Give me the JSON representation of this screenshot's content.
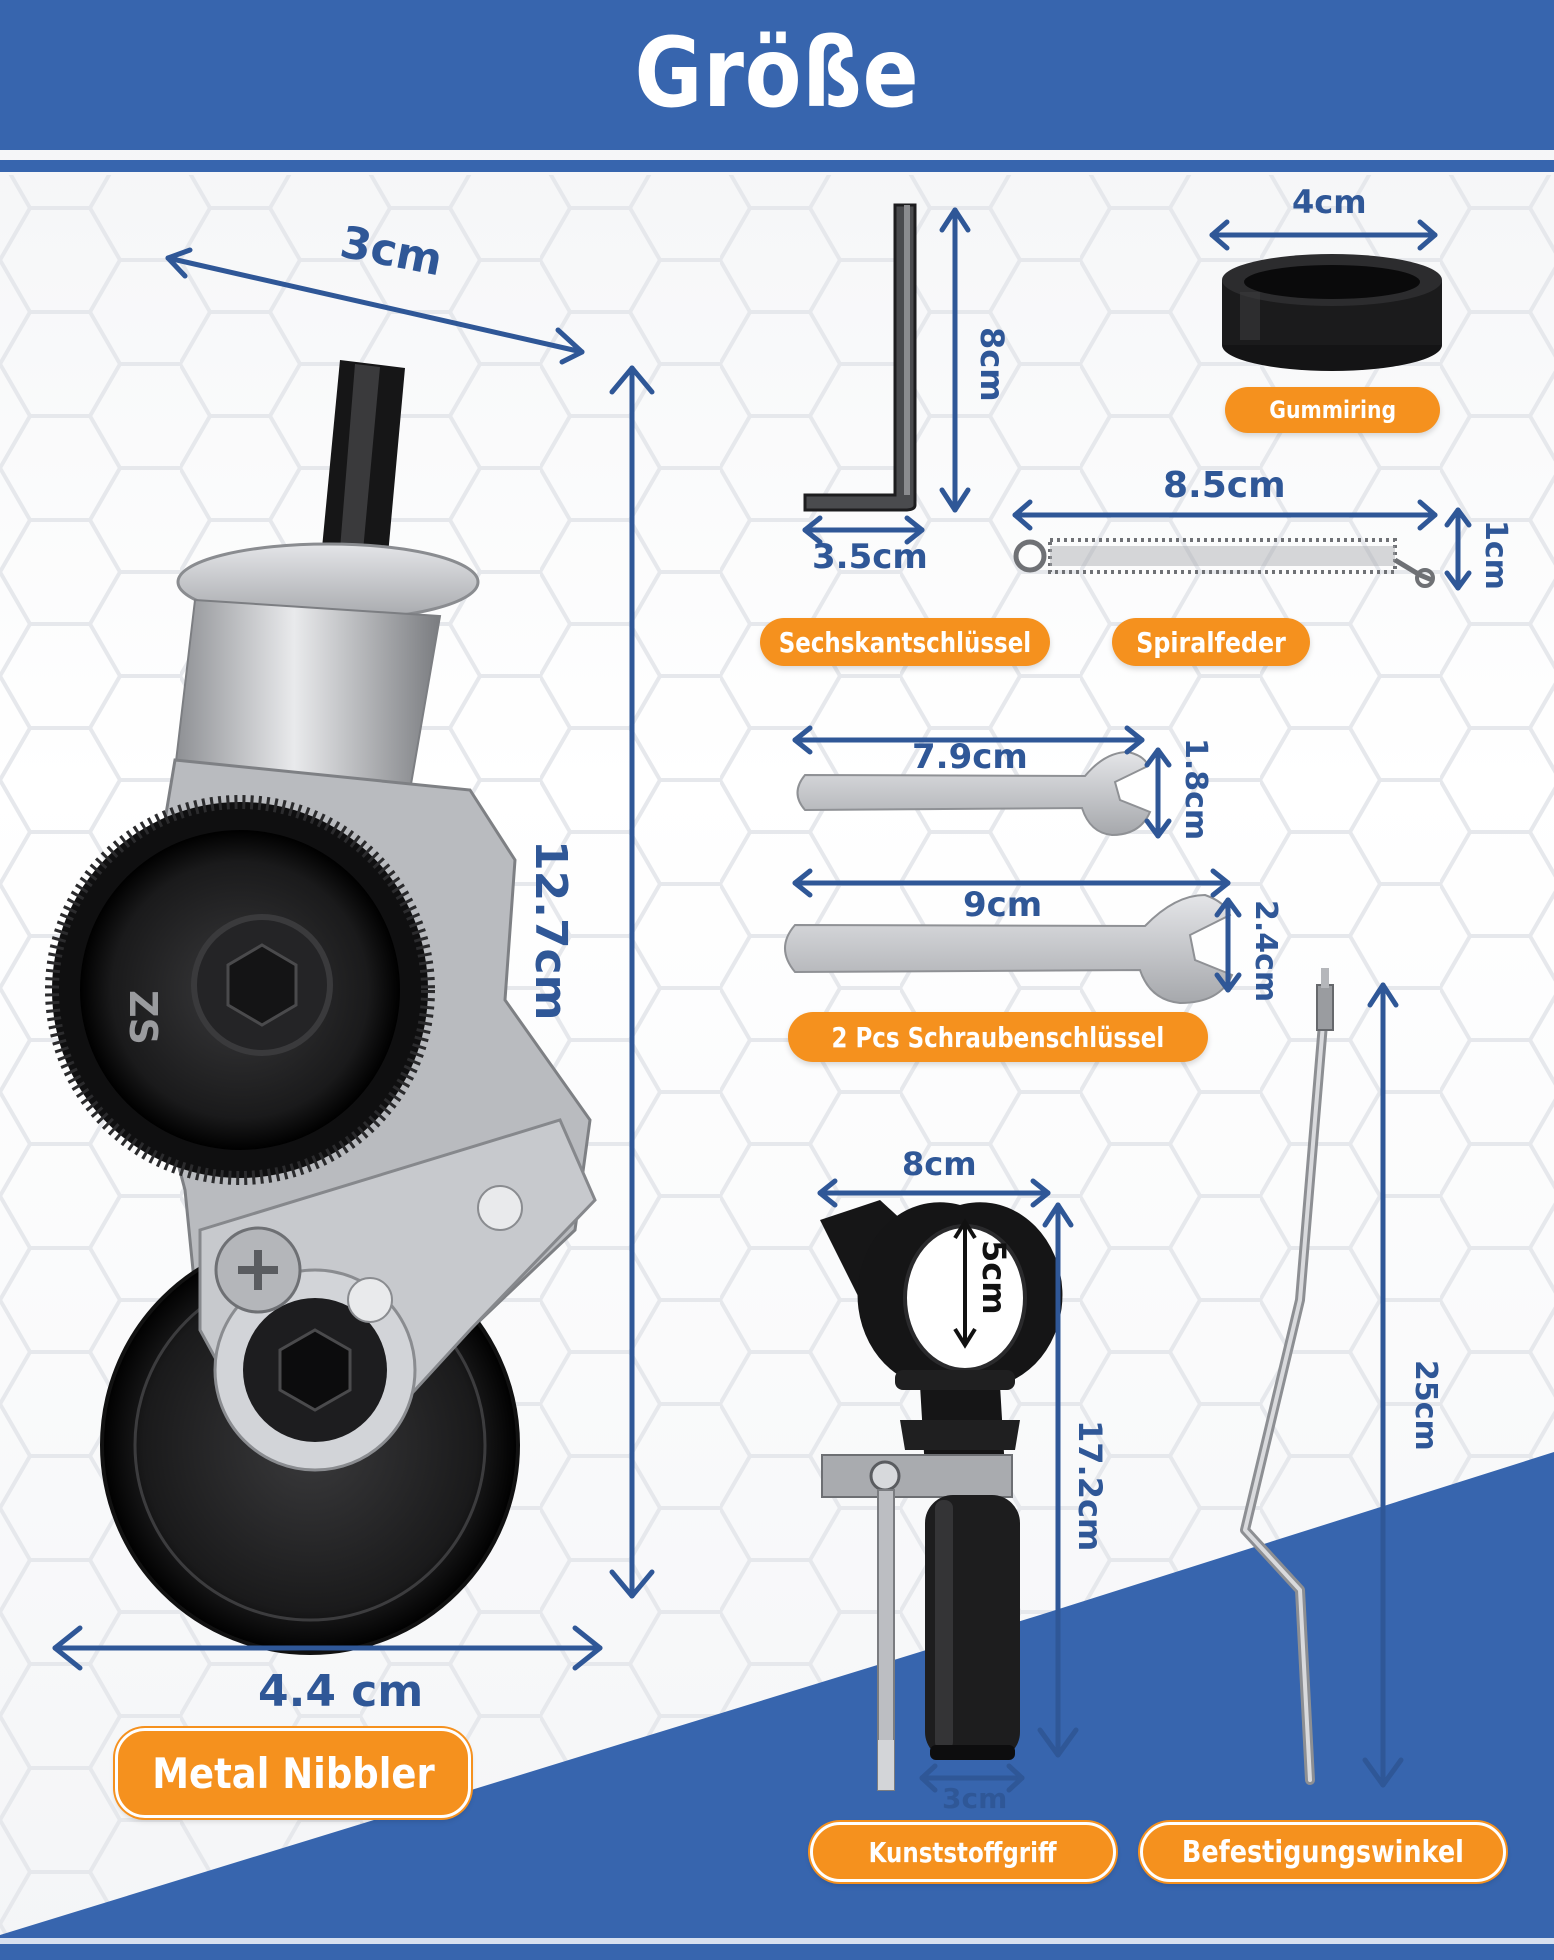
{
  "header": {
    "title": "Größe"
  },
  "nibbler": {
    "width_top": "3cm",
    "height": "12.7cm",
    "width_bottom": "4.4 cm",
    "label": "Metal Nibbler"
  },
  "hex_key": {
    "height": "8cm",
    "width": "3.5cm",
    "label": "Sechskantschlüssel"
  },
  "rubber_ring": {
    "width": "4cm",
    "label": "Gummiring"
  },
  "spring": {
    "length": "8.5cm",
    "height": "1cm",
    "label": "Spiralfeder"
  },
  "wrench_small": {
    "length": "7.9cm",
    "width": "1.8cm"
  },
  "wrench_large": {
    "length": "9cm",
    "width": "2.4cm"
  },
  "wrenches": {
    "label": "2 Pcs Schraubenschlüssel"
  },
  "handle": {
    "width": "8cm",
    "ring": "5cm",
    "height": "17.2cm",
    "grip": "3cm",
    "label": "Kunststoffgriff"
  },
  "bracket": {
    "height": "25cm",
    "label": "Befestigungswinkel"
  },
  "colors": {
    "accent_blue": "#3765ae",
    "dimension_blue": "#2f5797",
    "label_orange": "#f5911e",
    "background": "#f4f5f7"
  }
}
